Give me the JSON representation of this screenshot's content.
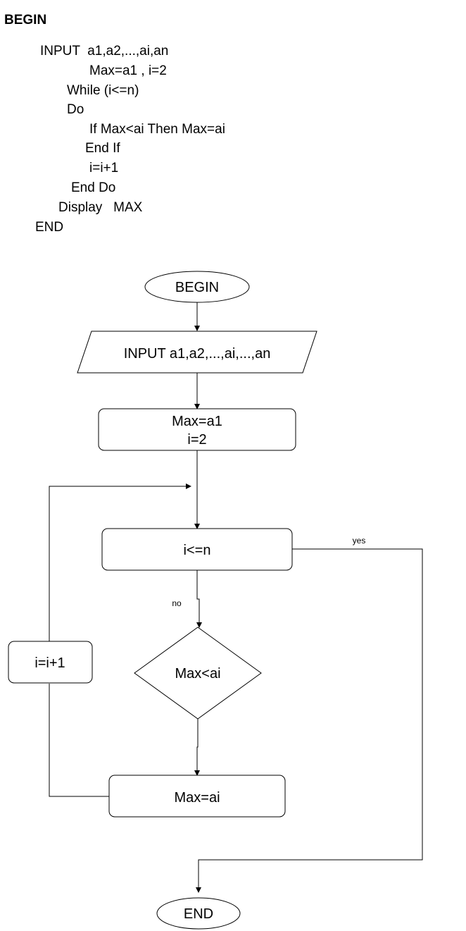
{
  "pseudocode": {
    "begin": "BEGIN",
    "lines": [
      "INPUT  a1,a2,...,ai,an",
      "Max=a1 , i=2",
      "While (i<=n)",
      "Do",
      "If Max<ai Then Max=ai",
      "End If",
      "i=i+1",
      "End Do",
      "Display   MAX",
      "END"
    ]
  },
  "flowchart": {
    "begin": "BEGIN",
    "input": "INPUT  a1,a2,...,ai,...,an",
    "init_line1": "Max=a1",
    "init_line2": "i=2",
    "condition": "i<=n",
    "yes_label": "yes",
    "no_label": "no",
    "decision": "Max<ai",
    "assign": "Max=ai",
    "increment": "i=i+1",
    "end": "END"
  }
}
